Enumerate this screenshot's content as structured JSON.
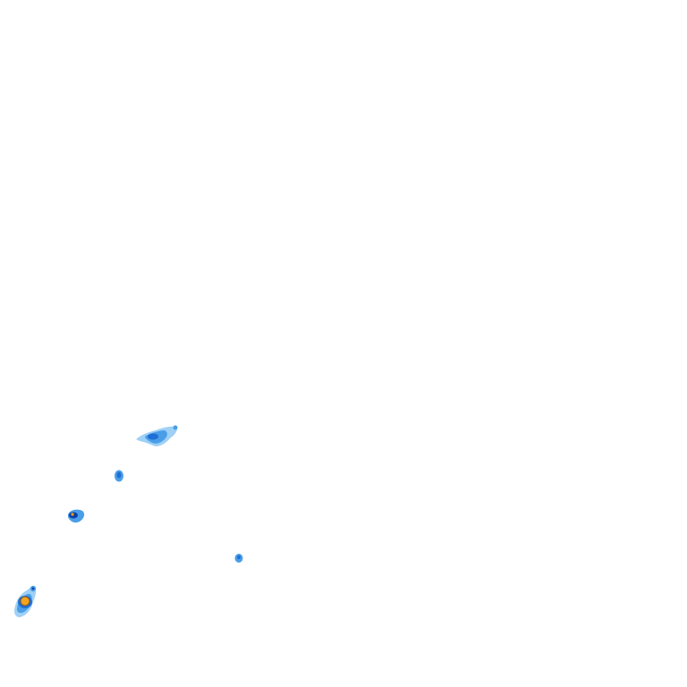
{
  "palette": {
    "background": "#ffffff",
    "light": "#9fd0f5",
    "medium": "#4a9ee8",
    "strong": "#1f6fd6",
    "very_strong": "#0b3fa8",
    "intense": "#f4a321",
    "intense_outline": "#8a5a12"
  },
  "cells": [
    {
      "id": "cell-northeast",
      "intensity": "strong"
    },
    {
      "id": "cell-small-north",
      "intensity": "strong"
    },
    {
      "id": "cell-west",
      "intensity": "very_strong"
    },
    {
      "id": "cell-east-small",
      "intensity": "medium"
    },
    {
      "id": "cell-southwest",
      "intensity": "intense"
    }
  ]
}
